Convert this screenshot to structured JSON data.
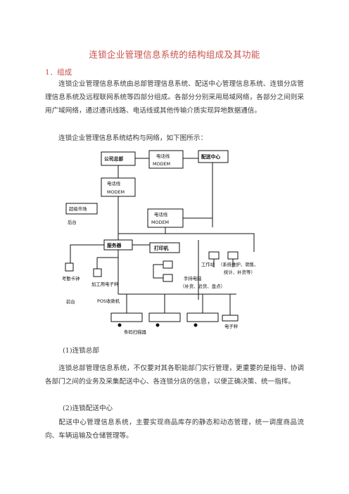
{
  "doc": {
    "title": "连锁企业管理信息系统的结构组成及其功能",
    "section1_heading": "1．组成",
    "para1": "连锁企业管理信息系统由总部管理信息系统、配送中心管理信息系统、连锁分店管理信息系统及远程联网系统等四部分组成。各部分分别采用局域网络，各部分之间则采用广域网络，通过通讯线路、电话线或其他传输介质实现异地数据通信。",
    "para2": "连锁企业管理信息系统结构与网络，如下图所示：",
    "sub1": "(1)连锁总部",
    "para3": "连锁总部管理信息系统，不仅要对其各职能部门实行管理，更重要的是指导、协调各部门之间的业务及采集配送中心、各连锁分店的信息，以便正确决策、统一指挥。",
    "sub2": "(2)连锁配送中心",
    "para4": "配送中心管理信息系统，主要实现商品库存的静态和动态管理，统一调度商品流向、车辆运输及仓储管理等。"
  },
  "diagram": {
    "hq": "公司总部",
    "phone_line_top": "电话线",
    "modem_top": "MODEM",
    "dc": "配送中心",
    "phone_line_mid": "电话线",
    "modem_mid": "MODEM",
    "supermarket": "超级市场",
    "backoffice": "后台",
    "phone_line_right": "电话线",
    "modem_right": "MODEM",
    "server": "服务器",
    "printer": "打印机",
    "workstation": "工作站",
    "ws_note1": "（系统维护、销售、",
    "ws_note2": "统计、补货等）",
    "handheld": "手持电脑",
    "handheld_note": "（补货、验货、盘点）",
    "timeclock": "考勤卡钟",
    "scale_label": "加工用电子秤",
    "frontdesk": "前台",
    "pos": "POS收款机",
    "escale": "电子秤",
    "barcode": "条码扫描器"
  }
}
